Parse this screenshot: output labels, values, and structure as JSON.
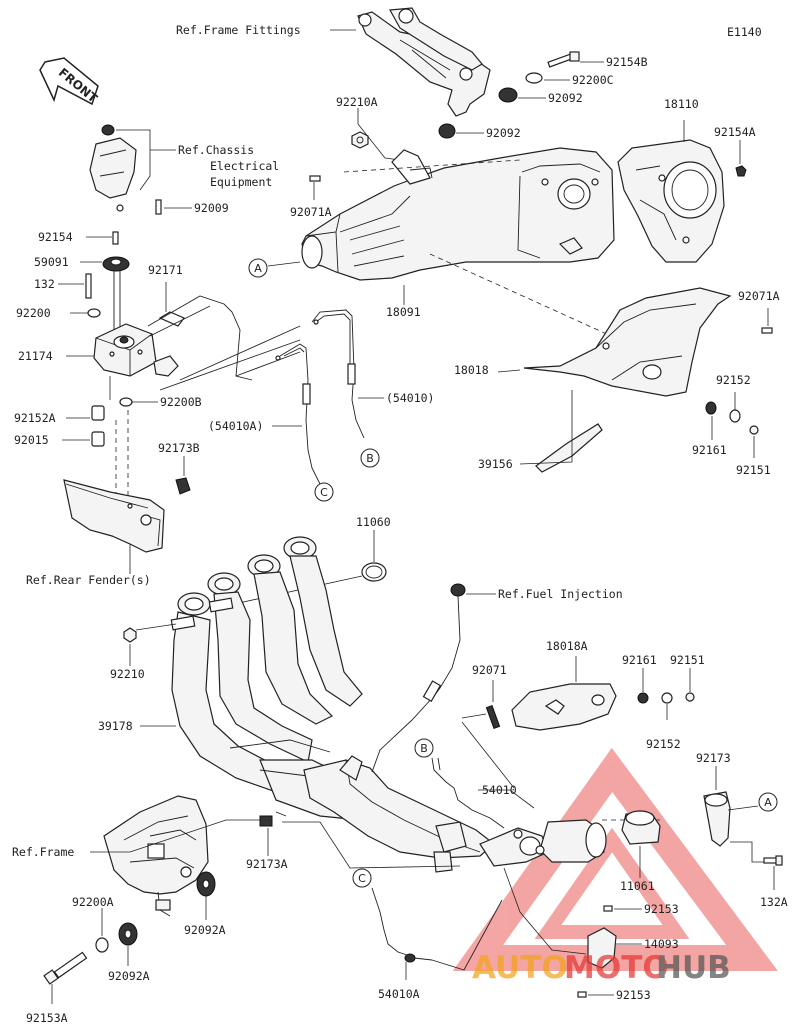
{
  "diagram_code": "E1140",
  "front_label": "FRONT",
  "refs": {
    "frame_fittings": "Ref.Frame Fittings",
    "chassis_1": "Ref.Chassis",
    "chassis_2": "Electrical",
    "chassis_3": "Equipment",
    "rear_fender": "Ref.Rear Fender(s)",
    "fuel_injection": "Ref.Fuel Injection",
    "frame": "Ref.Frame"
  },
  "parts": {
    "p92154B": "92154B",
    "p92200C": "92200C",
    "p92092_a": "92092",
    "p92210A": "92210A",
    "p92092_b": "92092",
    "p18110": "18110",
    "p92154A": "92154A",
    "p92071A_left": "92071A",
    "p18091": "18091",
    "p92071A_right": "92071A",
    "p18018": "18018",
    "p92152": "92152",
    "p92161": "92161",
    "p92151": "92151",
    "p39156": "39156",
    "p92009": "92009",
    "p92154": "92154",
    "p59091": "59091",
    "p92171": "92171",
    "p132": "132",
    "p92200": "92200",
    "p21174": "21174",
    "p92200B": "92200B",
    "p54010_paren": "(54010)",
    "p54010A_paren": "(54010A)",
    "p92152A": "92152A",
    "p92015": "92015",
    "p92173B": "92173B",
    "p11060": "11060",
    "p92210": "92210",
    "p18018A": "18018A",
    "p92161_b": "92161",
    "p92151_b": "92151",
    "p92071": "92071",
    "p92152_b": "92152",
    "p39178": "39178",
    "p54010": "54010",
    "p92173": "92173",
    "p11061": "11061",
    "p132A": "132A",
    "p92173A": "92173A",
    "p92200A": "92200A",
    "p92092A_a": "92092A",
    "p92092A_b": "92092A",
    "p92153_a": "92153",
    "p14093": "14093",
    "p92153_b": "92153",
    "p54010A": "54010A",
    "p92153A": "92153A"
  },
  "callouts": {
    "A": "A",
    "B": "B",
    "C": "C"
  },
  "watermark": {
    "word_1": "AUTO",
    "word_2": "MOTO",
    "word_3": "HUB",
    "color_red": "#e53935",
    "color_gray": "#555555",
    "color_orange": "#f4a21b"
  }
}
